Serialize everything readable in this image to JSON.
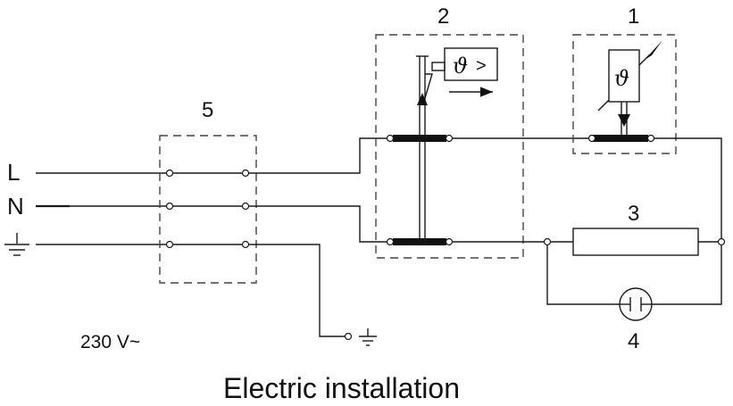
{
  "title": "Electric installation",
  "supply": {
    "voltage": "230 V~",
    "lines": [
      {
        "id": "L",
        "label": "L"
      },
      {
        "id": "N",
        "label": "N"
      },
      {
        "id": "PE",
        "label": "",
        "icon": "ground-icon"
      }
    ]
  },
  "components": [
    {
      "number": "1",
      "name": "temperature-limiter",
      "symbol": "ϑ"
    },
    {
      "number": "2",
      "name": "thermal-cutout",
      "symbol": "ϑ",
      "comparator": ">"
    },
    {
      "number": "3",
      "name": "heating-element"
    },
    {
      "number": "4",
      "name": "indicator-lamp"
    },
    {
      "number": "5",
      "name": "terminal-block"
    }
  ]
}
